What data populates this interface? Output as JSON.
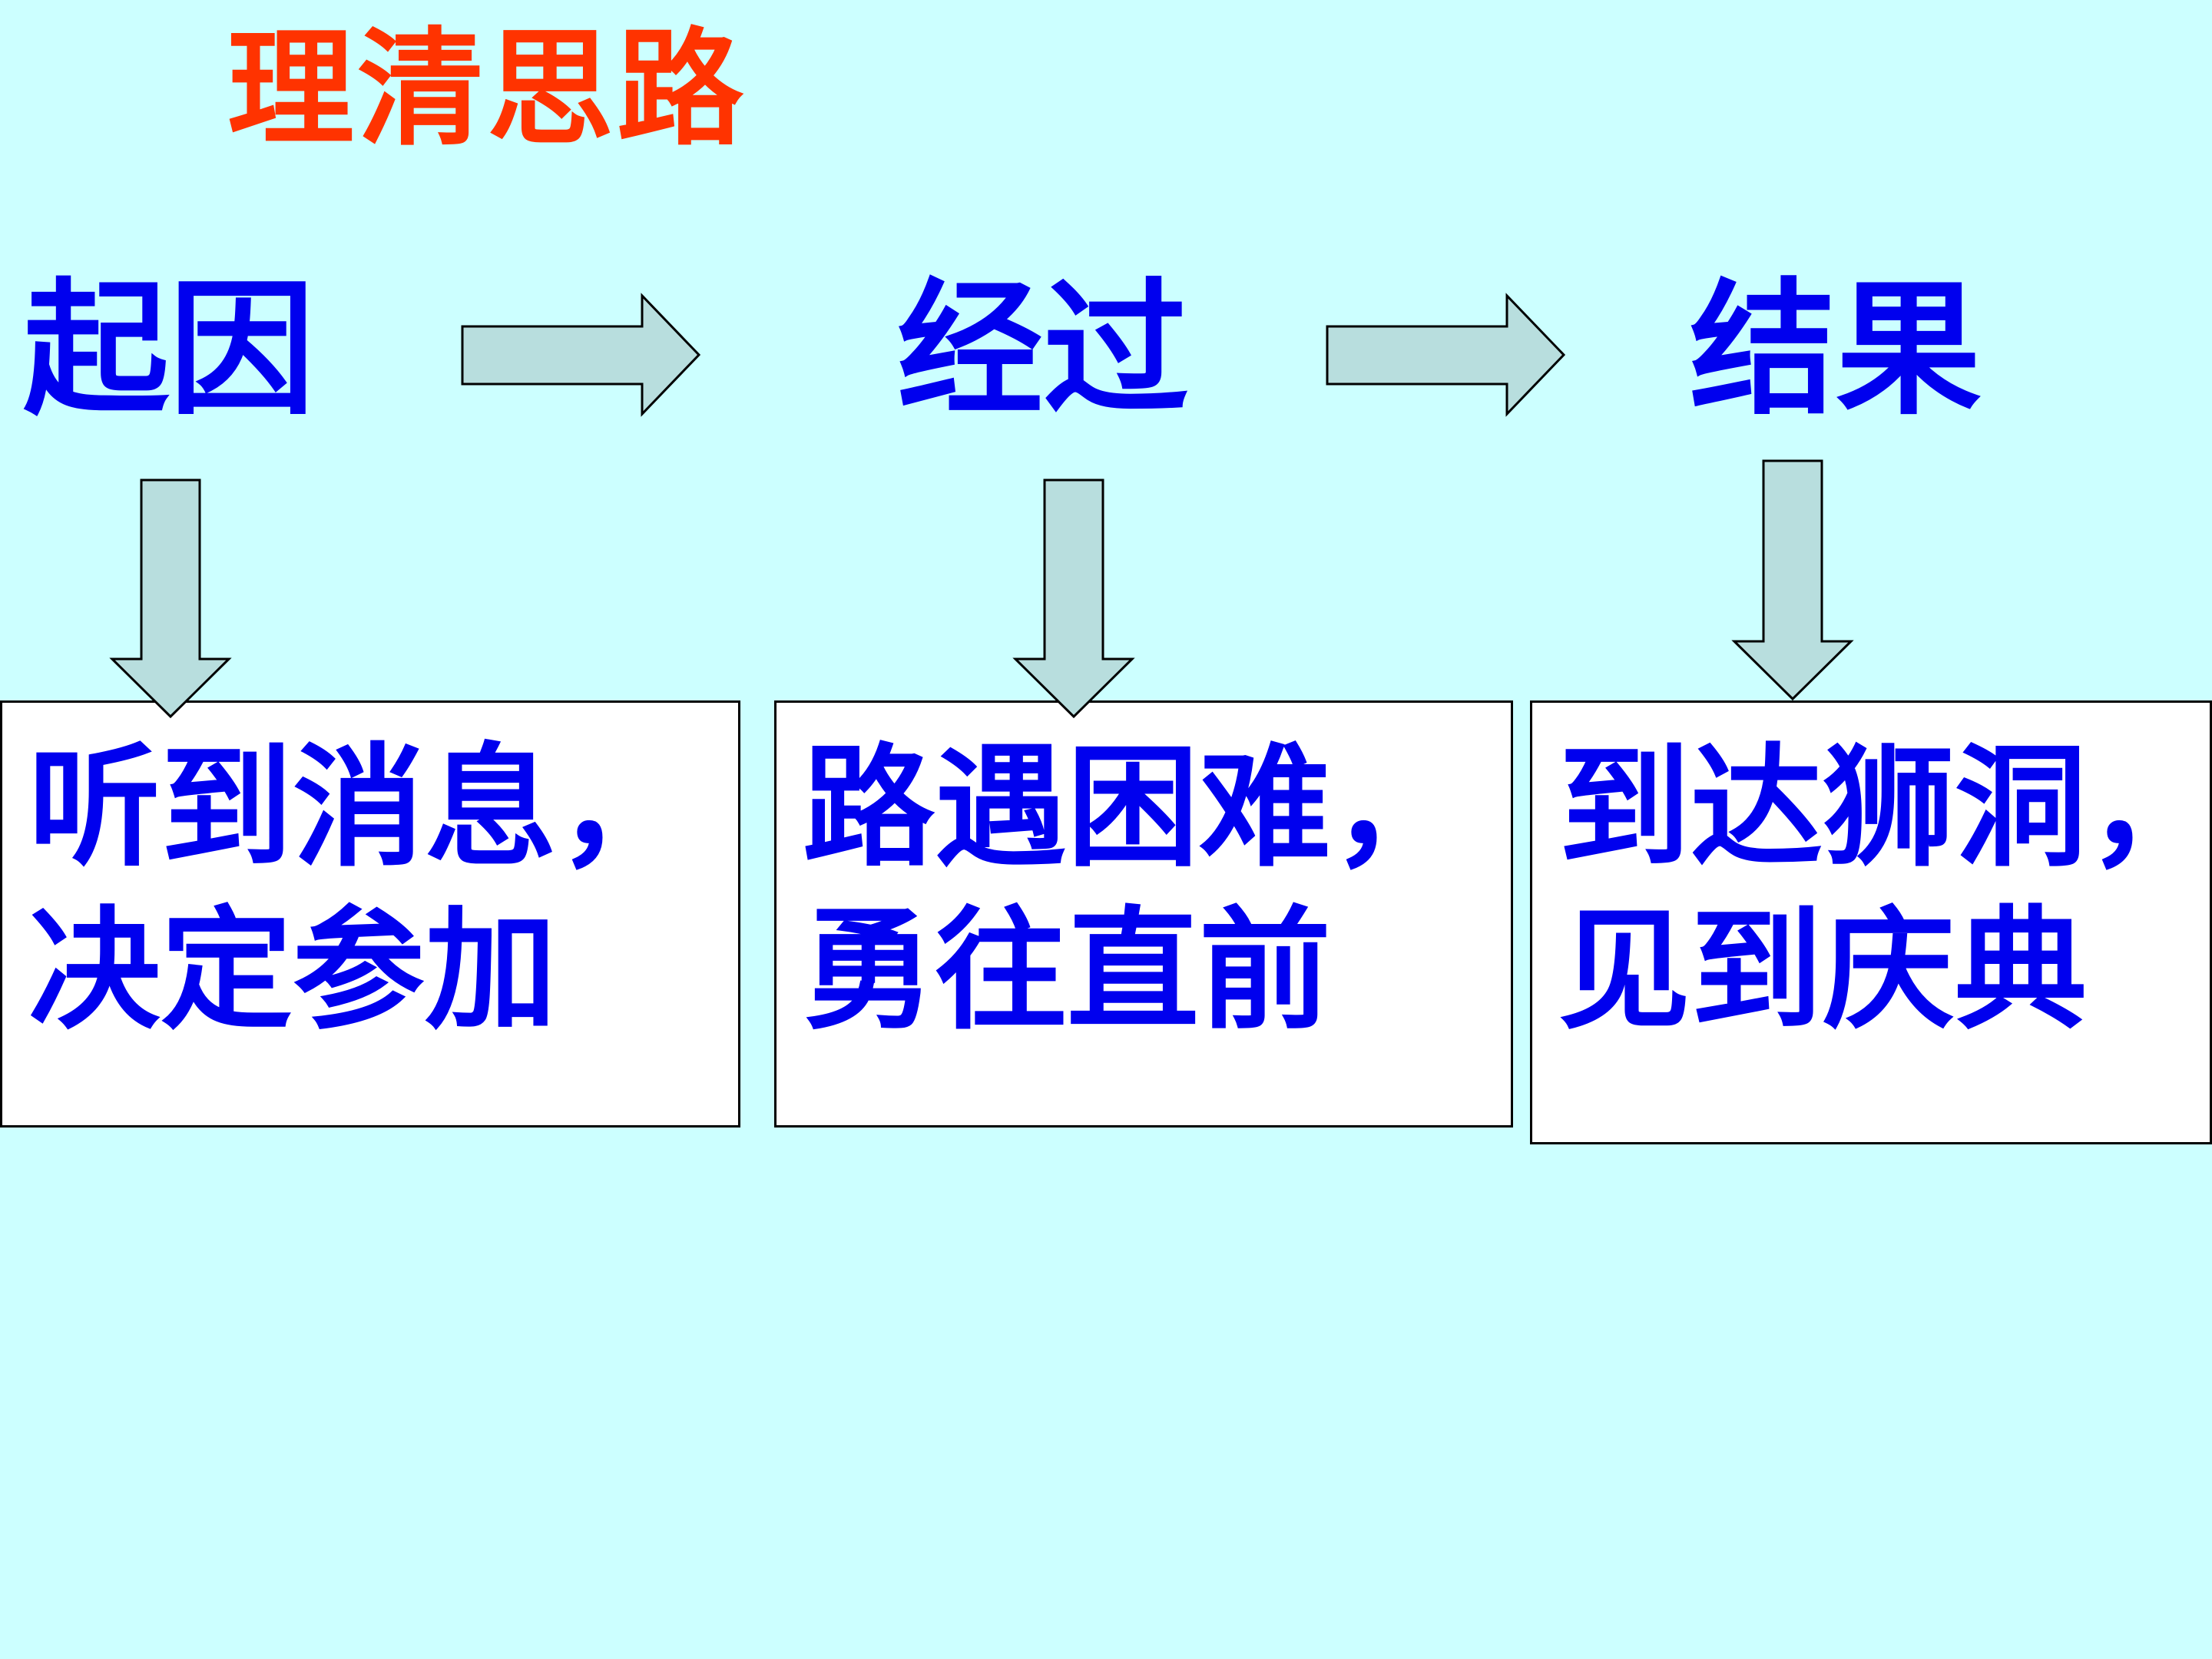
{
  "title": "理清思路",
  "stages": [
    {
      "label": "起因",
      "box_line1": "听到消息，",
      "box_line2": "决定参加"
    },
    {
      "label": "经过",
      "box_line1": "路遇困难，",
      "box_line2": "勇往直前"
    },
    {
      "label": "结果",
      "box_line1": "到达狮洞，",
      "box_line2": "见到庆典"
    }
  ],
  "colors": {
    "background": "#ccffff",
    "title": "#ff3300",
    "text": "#0000ee",
    "arrow_fill": "#b8dede",
    "box_fill": "#ffffff"
  }
}
